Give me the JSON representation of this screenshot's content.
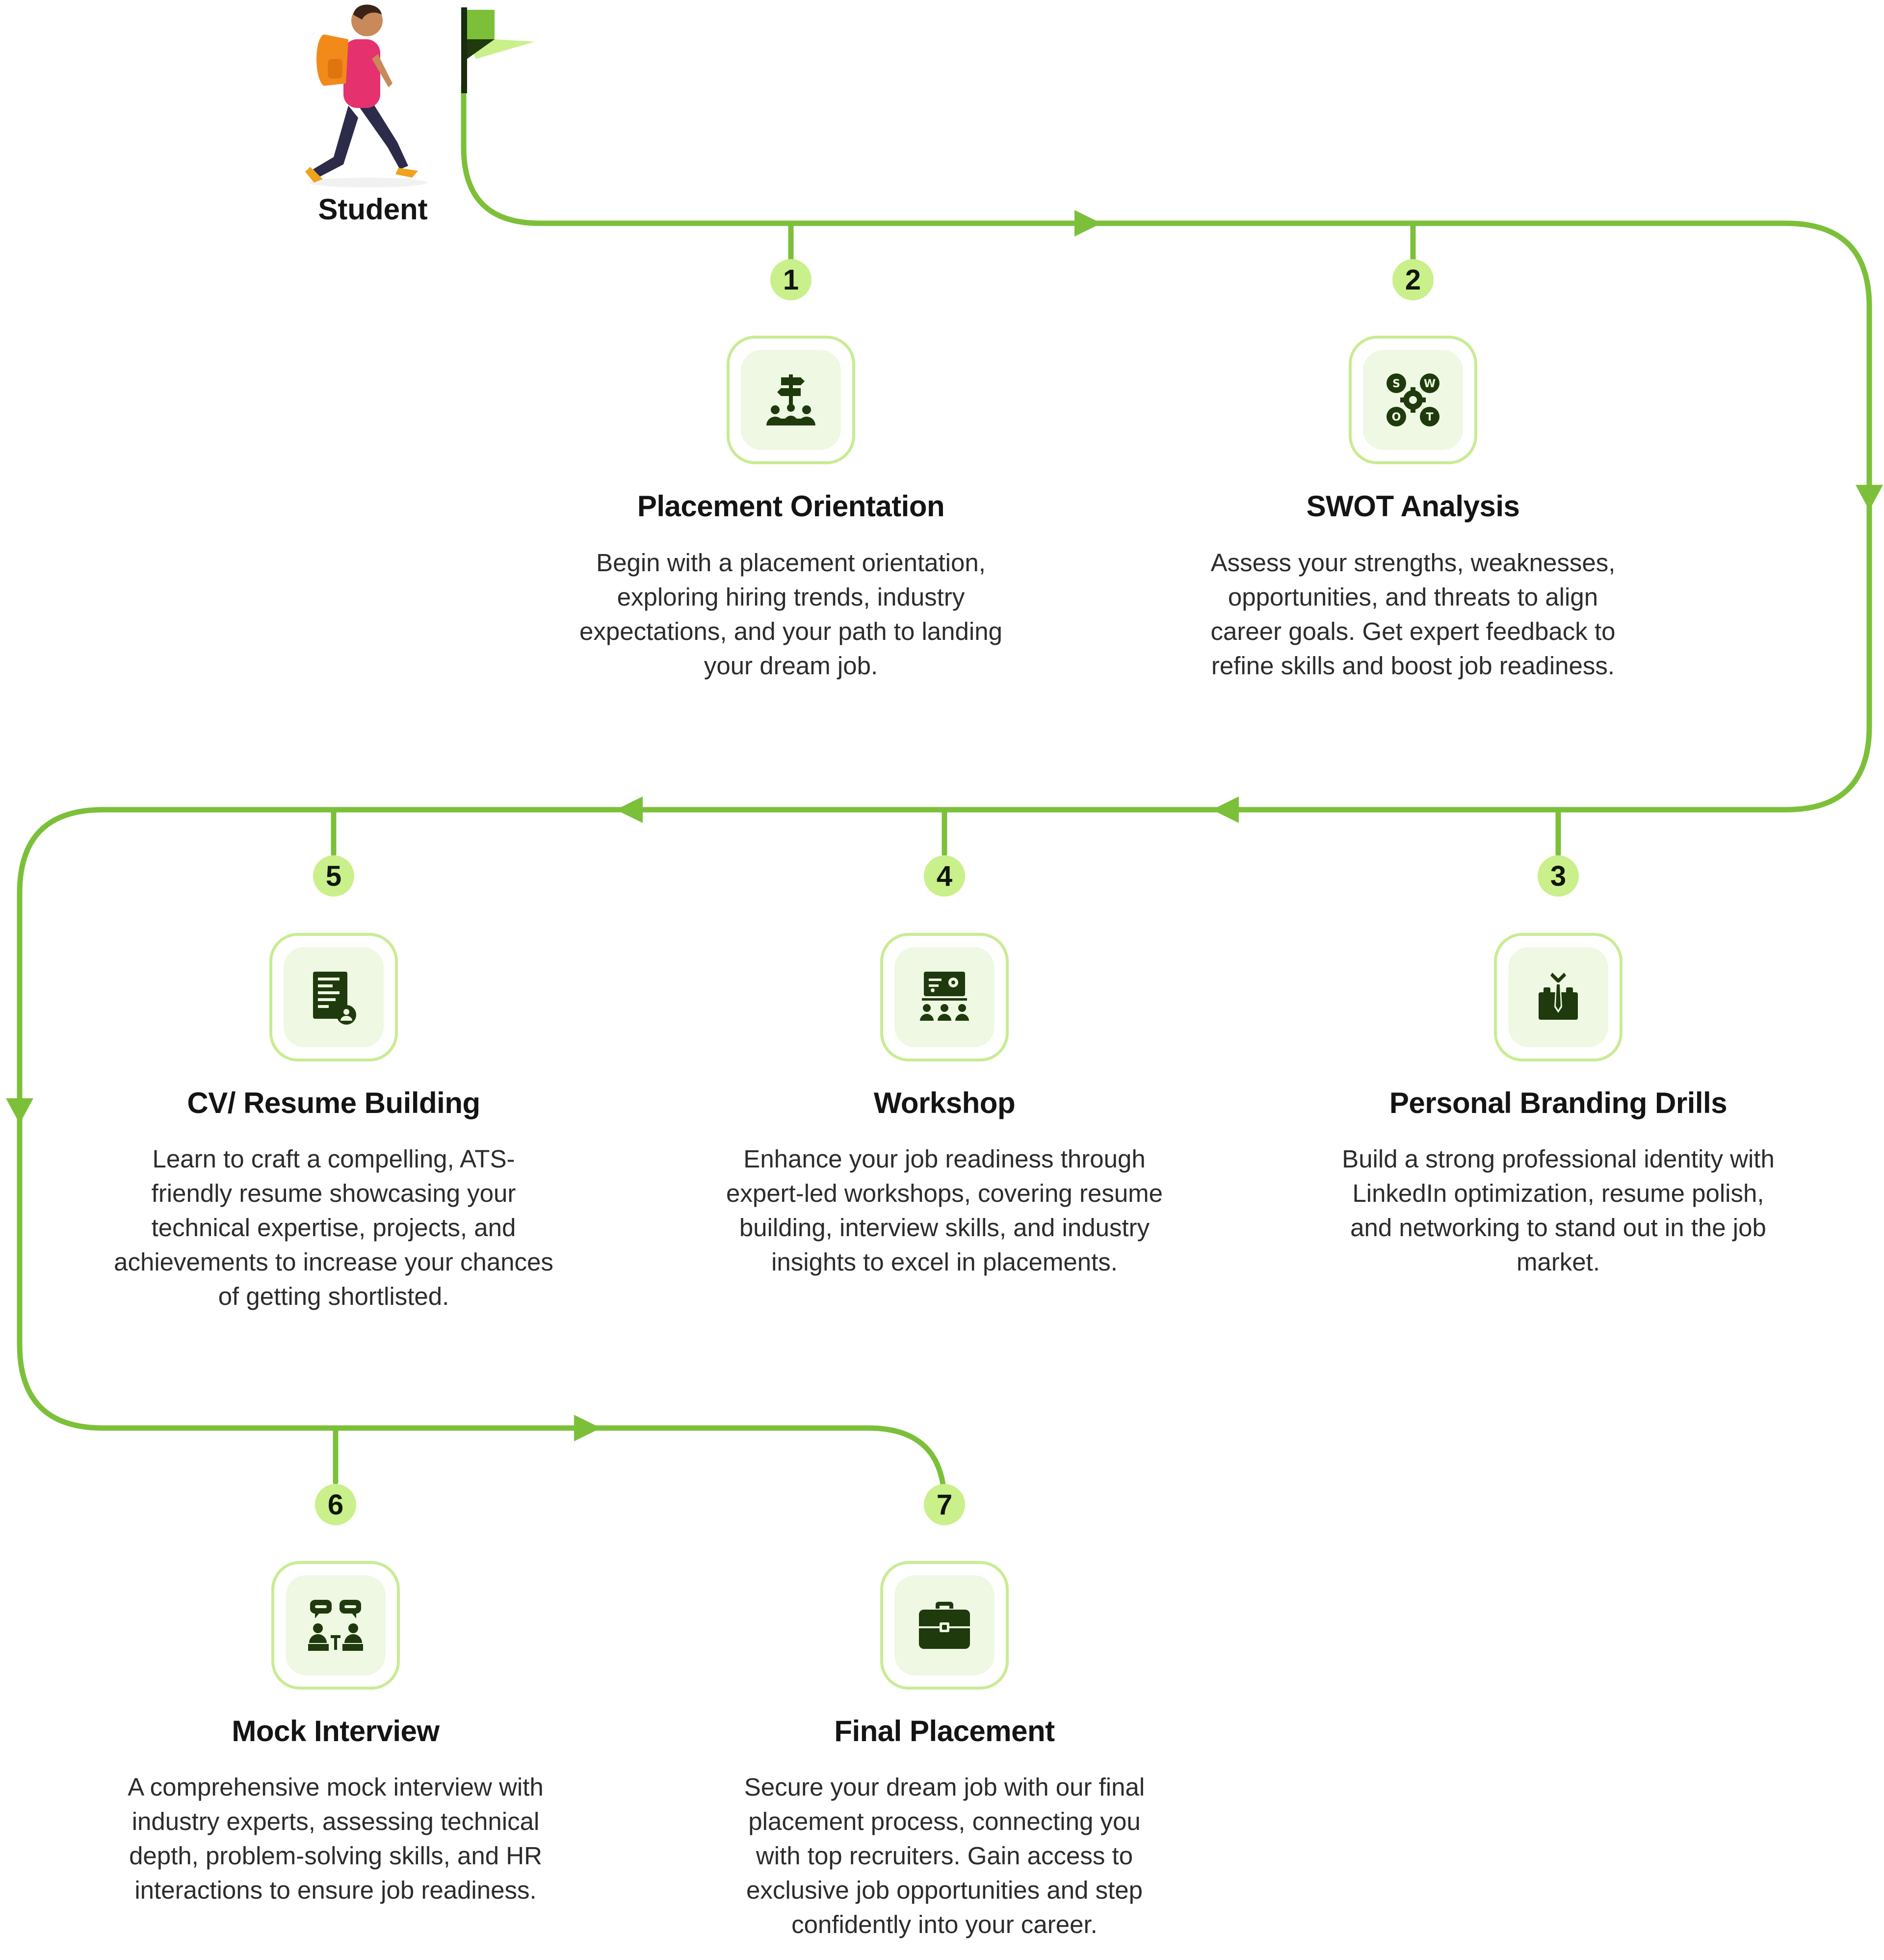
{
  "start": {
    "label": "Student"
  },
  "colors": {
    "route": "#7cc03a",
    "badge": "#c9f08a",
    "icon": "#1f3a0d",
    "tile": "#eff8e2",
    "border": "#c8ec93"
  },
  "steps": [
    {
      "number": "1",
      "icon": "signpost-people-icon",
      "title": "Placement Orientation",
      "description": "Begin with a placement orientation, exploring hiring trends, industry expectations, and your path to landing your dream job."
    },
    {
      "number": "2",
      "icon": "swot-gear-icon",
      "title": "SWOT Analysis",
      "description": "Assess your strengths, weaknesses, opportunities, and threats to align career goals. Get expert feedback to refine skills and boost job readiness."
    },
    {
      "number": "3",
      "icon": "suit-tie-icon",
      "title": "Personal Branding Drills",
      "description": "Build a strong professional identity with LinkedIn optimization, resume polish, and networking to stand out in the job market."
    },
    {
      "number": "4",
      "icon": "presentation-group-icon",
      "title": "Workshop",
      "description": "Enhance your job readiness through expert-led workshops, covering resume building, interview skills, and industry insights to excel in placements."
    },
    {
      "number": "5",
      "icon": "resume-document-icon",
      "title": "CV/ Resume Building",
      "description": "Learn to craft a compelling, ATS-friendly resume showcasing your technical expertise, projects, and achievements to increase your chances of getting shortlisted."
    },
    {
      "number": "6",
      "icon": "interview-chat-icon",
      "title": "Mock Interview",
      "description": "A comprehensive mock interview with industry experts, assessing technical depth, problem-solving skills, and HR interactions to ensure job readiness."
    },
    {
      "number": "7",
      "icon": "briefcase-icon",
      "title": "Final Placement",
      "description": "Secure your dream job with our final placement process, connecting you with top recruiters. Gain access to exclusive job opportunities and step confidently into your career."
    }
  ]
}
